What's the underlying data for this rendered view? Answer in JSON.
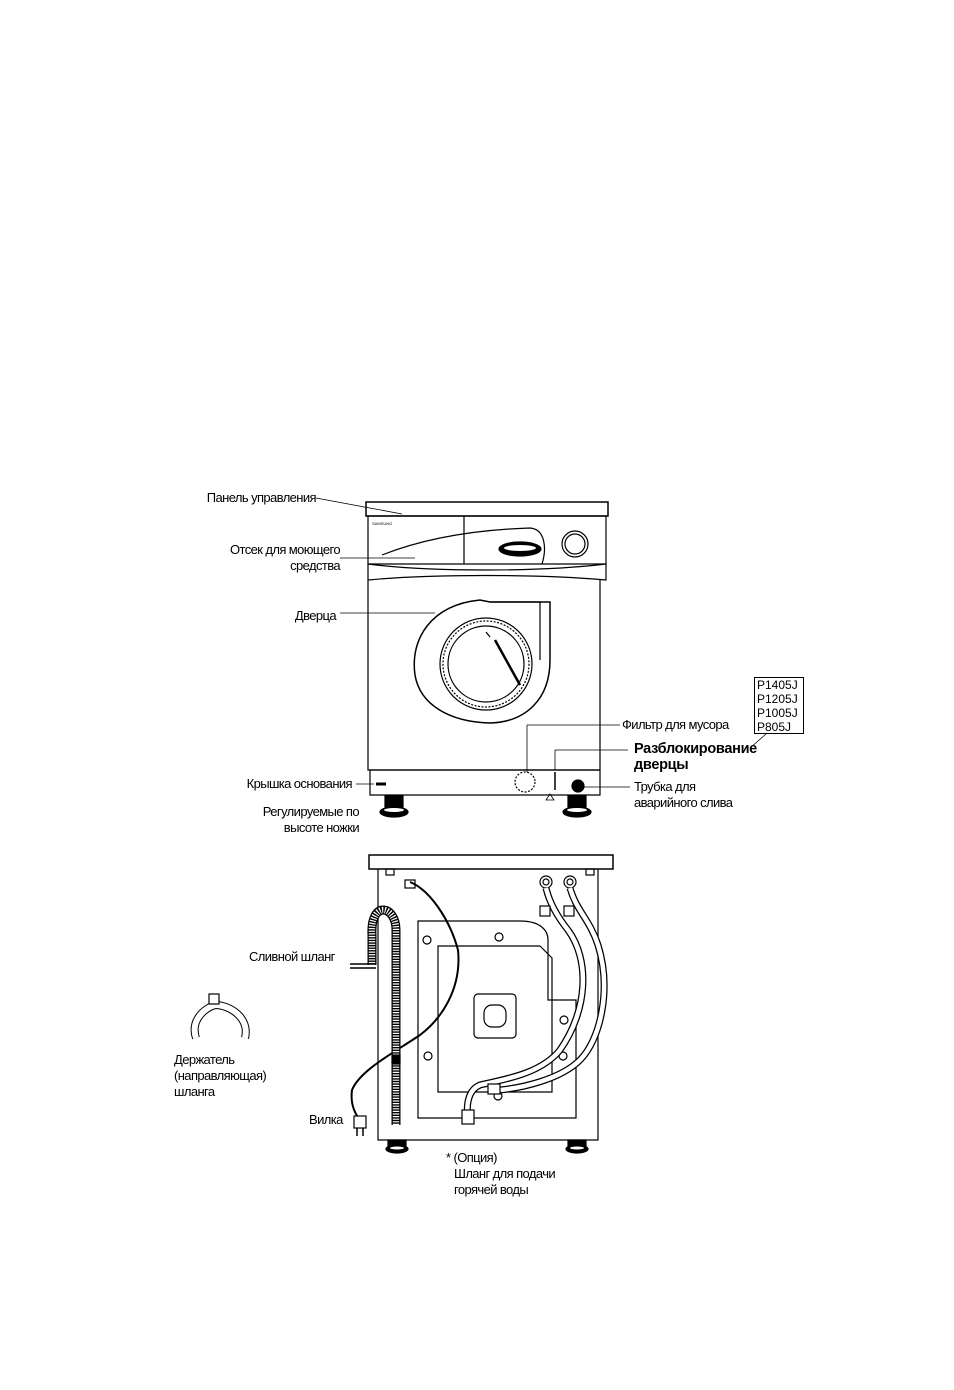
{
  "front_view": {
    "brand_text": "SAMSUNG",
    "labels": {
      "control_panel": "Панель управления",
      "detergent_line1": "Отсек для моющего",
      "detergent_line2": "средства",
      "door": "Дверца",
      "filter": "Фильтр для мусора",
      "door_unlock_line1": "Разблокирование",
      "door_unlock_line2": "дверцы",
      "emergency_line1": "Трубка для",
      "emergency_line2": "аварийного слива",
      "base_cover": "Крышка основания",
      "feet_line1": "Регулируемые по",
      "feet_line2": "высоте ножки"
    },
    "models": [
      "P1405J",
      "P1205J",
      "P1005J",
      "P805J"
    ]
  },
  "back_view": {
    "labels": {
      "drain_hose": "Сливной шланг",
      "holder_line1": "Держатель",
      "holder_line2": "(направляющая)",
      "holder_line3": "шланга",
      "plug": "Вилка",
      "option_line1": "* (Опция)",
      "option_line2": "Шланг для подачи",
      "option_line3": "горячей воды"
    }
  }
}
